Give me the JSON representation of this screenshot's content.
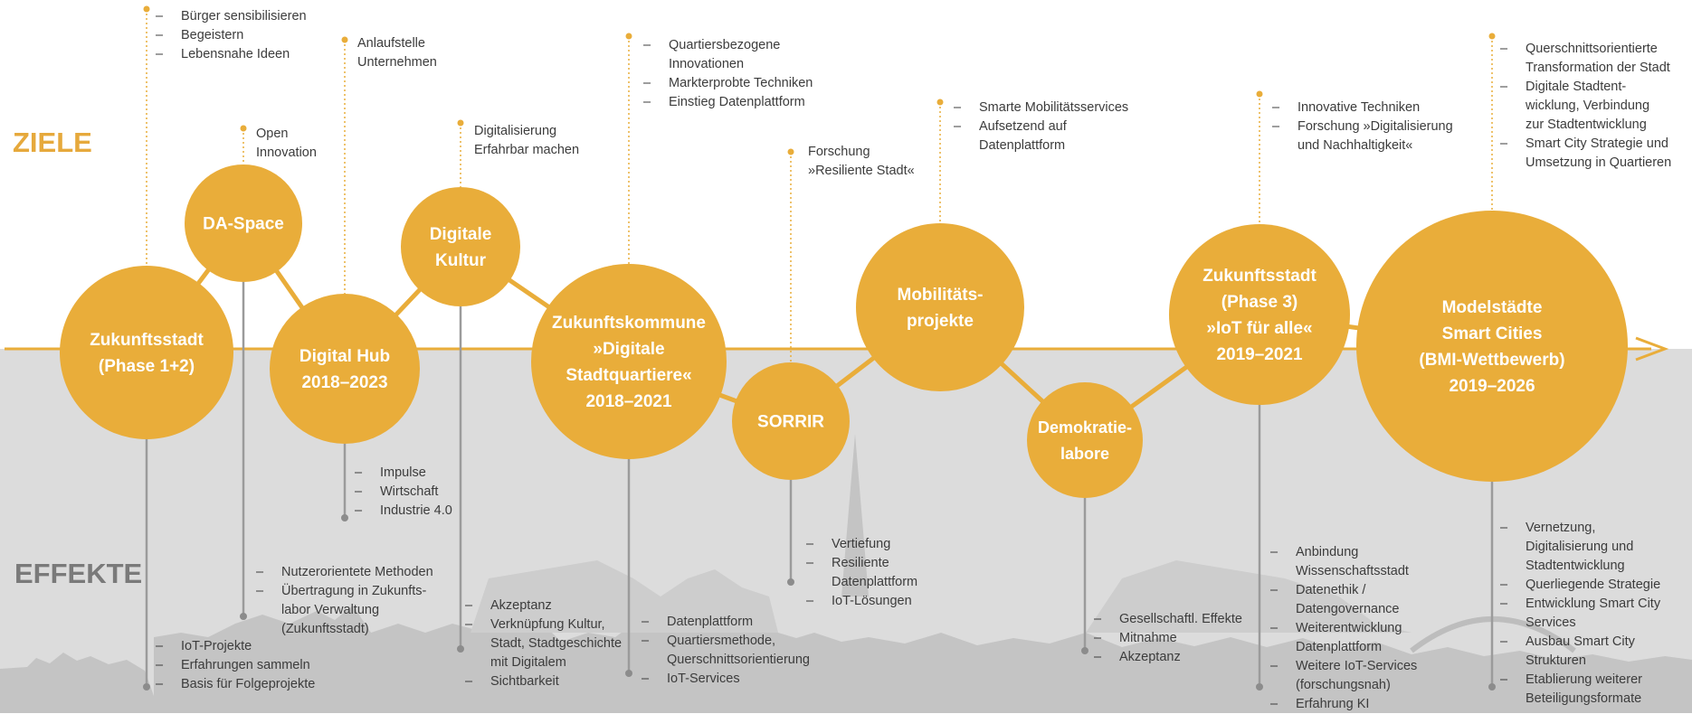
{
  "colors": {
    "accent": "#e9ad3a",
    "skyline": "#d6d6d6",
    "skyline_dark": "#c9c9c9",
    "ziele": "#e6a93c",
    "effekte": "#7a7a7a",
    "text": "#3c3c3c",
    "connector": "#9b9b9b"
  },
  "headings": {
    "ziele": "ZIELE",
    "effekte": "EFFEKTE"
  },
  "projects": [
    {
      "id": "zukunftsstadt-12",
      "lines": [
        "Zukunftsstadt",
        "(Phase 1+2)"
      ]
    },
    {
      "id": "da-space",
      "lines": [
        "DA-Space"
      ]
    },
    {
      "id": "digital-hub",
      "lines": [
        "Digital Hub",
        "2018–2023"
      ]
    },
    {
      "id": "digitale-kultur",
      "lines": [
        "Digitale",
        "Kultur"
      ]
    },
    {
      "id": "zukunftskommune",
      "lines": [
        "Zukunftskommune",
        "»Digitale",
        "Stadtquartiere«",
        "2018–2021"
      ]
    },
    {
      "id": "sorrir",
      "lines": [
        "SORRIR"
      ]
    },
    {
      "id": "mobilitaet",
      "lines": [
        "Mobilitäts-",
        "projekte"
      ]
    },
    {
      "id": "demokratie",
      "lines": [
        "Demokratie-",
        "labore"
      ]
    },
    {
      "id": "zukunftsstadt-3",
      "lines": [
        "Zukunftsstadt",
        "(Phase 3)",
        "»IoT für alle«",
        "2019–2021"
      ]
    },
    {
      "id": "modelstaedte",
      "lines": [
        "Modelstädte",
        "Smart Cities",
        "(BMI-Wettbewerb)",
        "2019–2026"
      ]
    }
  ],
  "ziele": {
    "zukunftsstadt-12": [
      "Bürger sensibilisieren",
      "Begeistern",
      "Lebensnahe Ideen"
    ],
    "da-space": [
      "Open",
      "Innovation"
    ],
    "digital-hub": [
      "Anlaufstelle",
      "Unternehmen"
    ],
    "digitale-kultur": [
      "Digitalisierung",
      "Erfahrbar machen"
    ],
    "zukunftskommune": [
      "Quartiersbezogene",
      "Innovationen",
      "Markterprobte Techniken",
      "Einstieg Datenplattform"
    ],
    "sorrir": [
      "Forschung",
      "»Resiliente Stadt«"
    ],
    "mobilitaet": [
      "Smarte Mobilitätsservices",
      "Aufsetzend auf",
      "Datenplattform"
    ],
    "zukunftsstadt-3": [
      "Innovative Techniken",
      "Forschung »Digitalisierung",
      "und Nachhaltigkeit«"
    ],
    "modelstaedte": [
      "Querschnittsorientierte",
      "Transformation der Stadt",
      "Digitale Stadtent-",
      "wicklung, Verbindung",
      "zur Stadtentwicklung",
      "Smart City Strategie und",
      "Umsetzung in Quartieren"
    ]
  },
  "effekte": {
    "zukunftsstadt-12": [
      "IoT-Projekte",
      "Erfahrungen sammeln",
      "Basis für Folgeprojekte"
    ],
    "da-space": [
      "Nutzerorientete Methoden",
      "Übertragung in Zukunfts-",
      "labor Verwaltung",
      "(Zukunftsstadt)"
    ],
    "digital-hub": [
      "Impulse",
      "Wirtschaft",
      "Industrie 4.0"
    ],
    "digitale-kultur": [
      "Akzeptanz",
      "Verknüpfung Kultur,",
      "Stadt, Stadtgeschichte",
      "mit Digitalem",
      "Sichtbarkeit"
    ],
    "zukunftskommune": [
      "Datenplattform",
      "Quartiersmethode,",
      "Querschnittsorientierung",
      "IoT-Services"
    ],
    "sorrir": [
      "Vertiefung",
      "Resiliente",
      "Datenplattform",
      "IoT-Lösungen"
    ],
    "demokratie": [
      "Gesellschaftl. Effekte",
      "Mitnahme",
      "Akzeptanz"
    ],
    "zukunftsstadt-3": [
      "Anbindung",
      "Wissenschaftsstadt",
      "Datenethik /",
      "Datengovernance",
      "Weiterentwicklung",
      "Datenplattform",
      "Weitere IoT-Services",
      "(forschungsnah)",
      "Erfahrung KI"
    ],
    "modelstaedte": [
      "Vernetzung,",
      "Digitalisierung und",
      "Stadtentwicklung",
      "Querliegende Strategie",
      "Entwicklung Smart City",
      "Services",
      "Ausbau Smart City",
      "Strukturen",
      "Etablierung weiterer",
      "Beteiligungsformate"
    ]
  }
}
